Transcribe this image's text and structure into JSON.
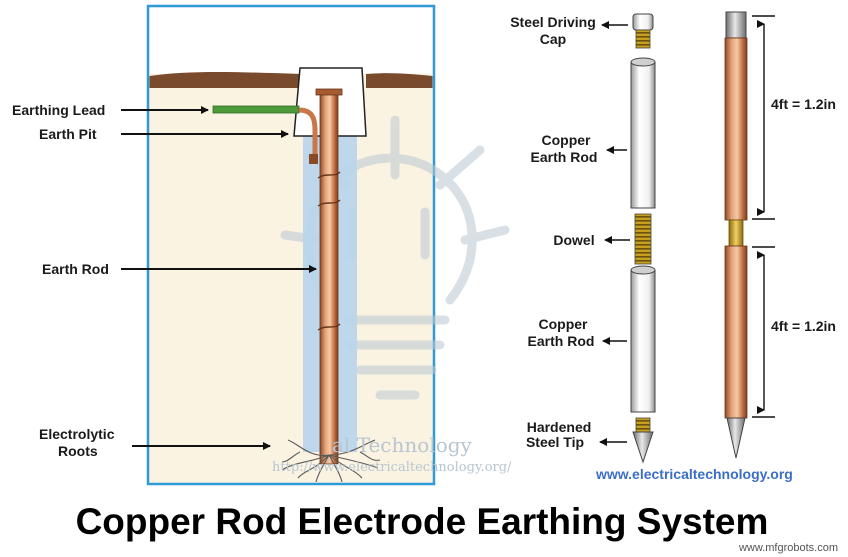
{
  "title": "Copper Rod Electrode Earthing System",
  "left_labels": {
    "earthing_lead": "Earthing Lead",
    "earth_pit": "Earth Pit",
    "earth_rod": "Earth Rod",
    "electrolytic_roots_line1": "Electrolytic",
    "electrolytic_roots_line2": "Roots"
  },
  "exploded_labels": {
    "steel_driving_cap_line1": "Steel Driving",
    "steel_driving_cap_line2": "Cap",
    "copper_earth_rod_1_line1": "Copper",
    "copper_earth_rod_1_line2": "Earth Rod",
    "dowel": "Dowel",
    "copper_earth_rod_2_line1": "Copper",
    "copper_earth_rod_2_line2": "Earth Rod",
    "hardened_steel_tip_line1": "Hardened",
    "hardened_steel_tip_line2": "Steel Tip"
  },
  "dimensions": {
    "upper": "4ft = 1.2in",
    "lower": "4ft = 1.2in"
  },
  "watermark": {
    "text": "al Technology",
    "url": "http://www.electricaltechnology.org/"
  },
  "site_url": "www.electricaltechnology.org",
  "credit": "www.mfgrobots.com",
  "colors": {
    "frame": "#2f9ad6",
    "soil": "#fbf3e2",
    "ground": "#7a4a2c",
    "pit_trench": "#b8d4ec",
    "copper": "#c8764a",
    "earthing_lead": "#4e9a3a",
    "url_blue": "#3a6fc4"
  }
}
